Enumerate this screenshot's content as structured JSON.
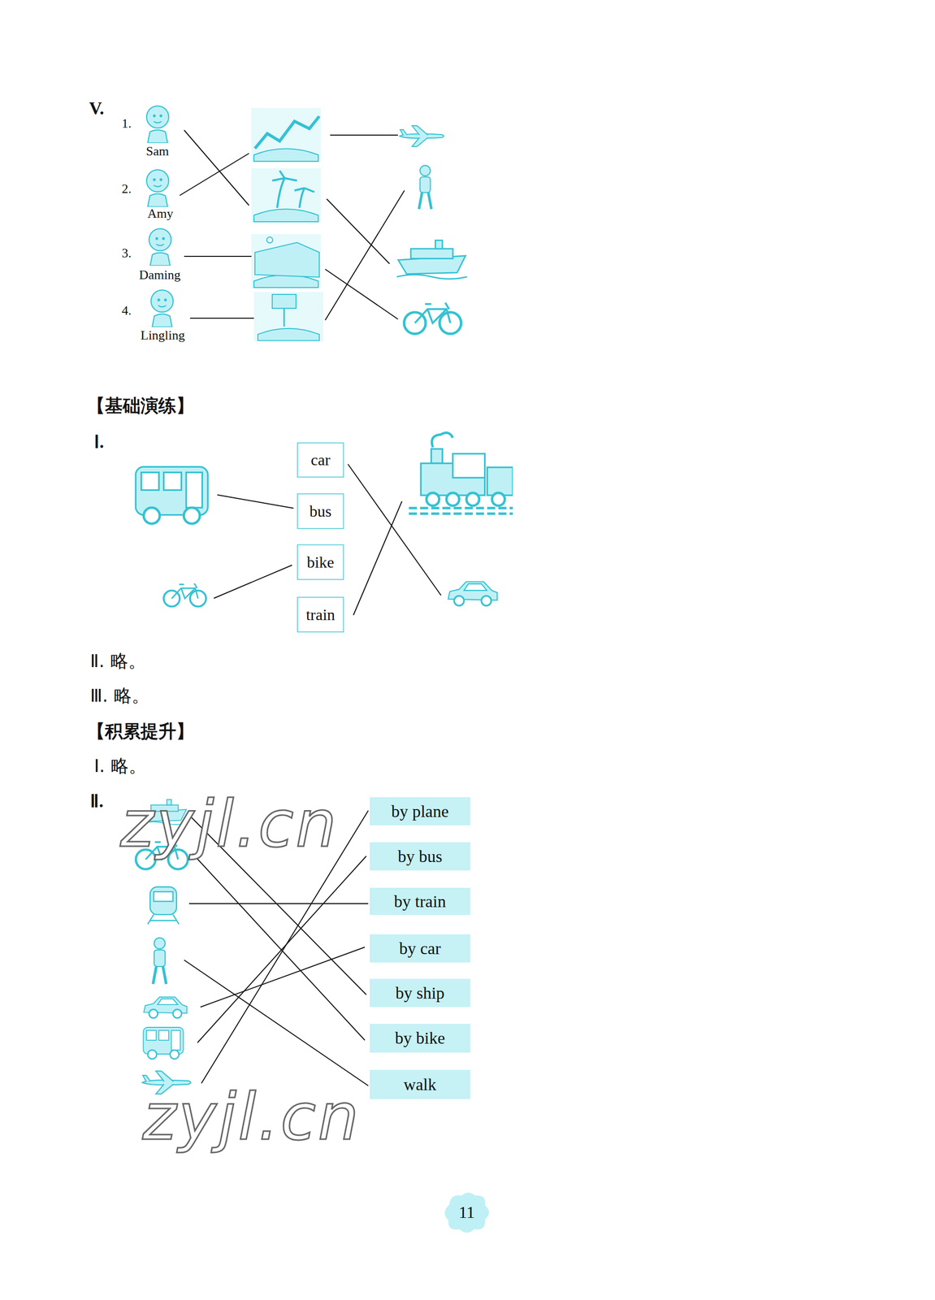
{
  "diagram": {
    "nodes": [
      {
        "text": [
          "car"
        ]
      },
      {
        "text": [
          "bus"
        ]
      },
      {
        "text": [
          "bike"
        ]
      },
      {
        "text": [
          "train"
        ]
      },
      {
        "text": [
          "by plane"
        ]
      },
      {
        "text": [
          "by bus"
        ]
      },
      {
        "text": [
          "by train"
        ]
      },
      {
        "text": [
          "by car"
        ]
      },
      {
        "text": [
          "by ship"
        ]
      },
      {
        "text": [
          "by bike"
        ]
      },
      {
        "text": [
          "walk"
        ]
      },
      {
        "text": [
          "11"
        ]
      }
    ],
    "labels": [
      "V.",
      "1.",
      "Sam",
      "2.",
      "Amy",
      "3.",
      "Daming",
      "4.",
      "Lingling",
      "【基础演练】",
      "Ⅰ.",
      "Ⅱ. 略。",
      "Ⅲ. 略。",
      "【积累提升】",
      "Ⅰ. 略。",
      "Ⅱ.",
      "zyjl.cn",
      "zyjl.cn"
    ]
  }
}
